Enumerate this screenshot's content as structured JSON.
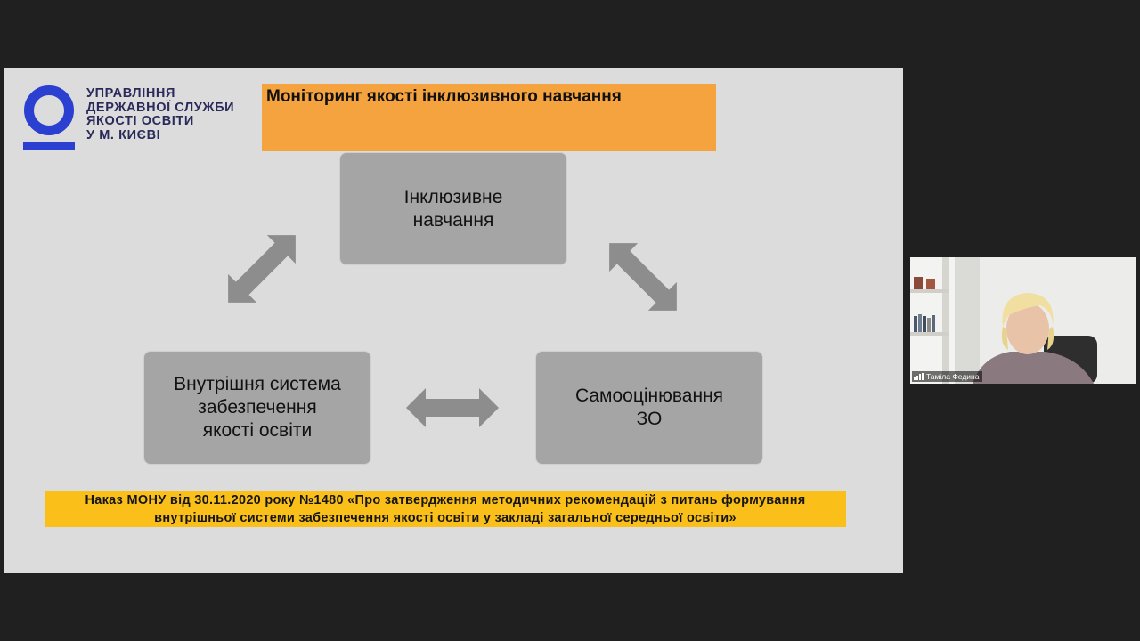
{
  "slide": {
    "org_lines": [
      "УПРАВЛІННЯ",
      "ДЕРЖАВНОЇ СЛУЖБИ",
      "ЯКОСТІ ОСВІТИ",
      "У М. КИЄВІ"
    ],
    "title": "Моніторинг якості інклюзивного навчання",
    "nodes": {
      "top": "Інклюзивне\nнавчання",
      "left": "Внутрішня система\nзабезпечення\nякості освіти",
      "right": "Самооцінювання\nЗО"
    },
    "note_lines": [
      "Наказ МОНУ від 30.11.2020 року №1480 «Про затвердження методичних рекомендацій з питань формування",
      "внутрішньої системи забезпечення якості освіти у закладі загальної середньої освіти»"
    ]
  },
  "video": {
    "participant_name": "Таміла Федина",
    "signal_icon": "signal-strength-icon"
  },
  "colors": {
    "slide_bg": "#dddcdd",
    "title_bar": "#f4a33e",
    "note_bar": "#fbbf1a",
    "node_fill": "#a6a5a6",
    "arrow": "#8e8d8e",
    "logo": "#2b3fd0"
  }
}
